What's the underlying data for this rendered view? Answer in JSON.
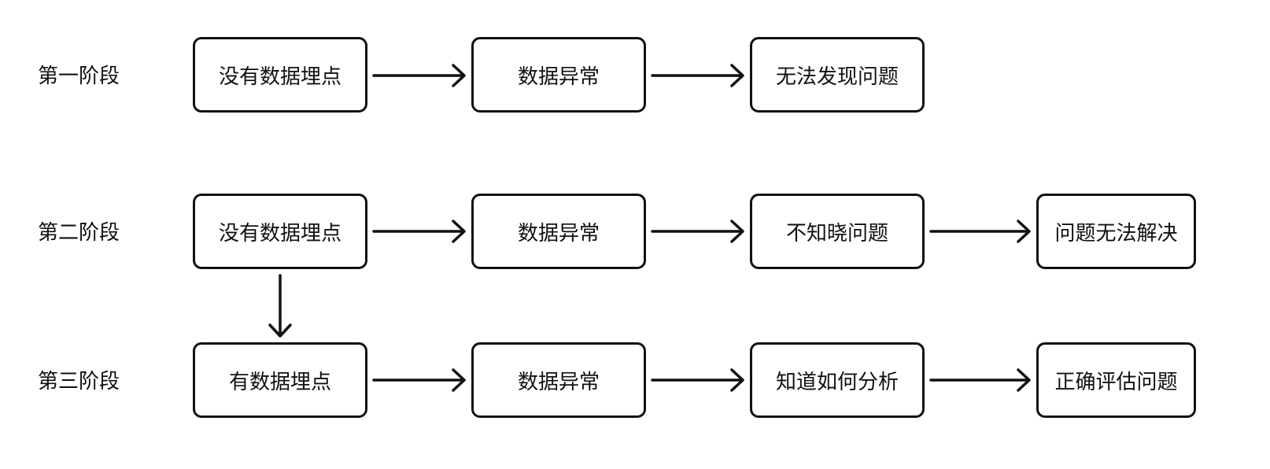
{
  "stages": [
    {
      "label": "第一阶段",
      "nodes": [
        "没有数据埋点",
        "数据异常",
        "无法发现问题"
      ]
    },
    {
      "label": "第二阶段",
      "nodes": [
        "没有数据埋点",
        "数据异常",
        "不知晓问题",
        "问题无法解决"
      ]
    },
    {
      "label": "第三阶段",
      "nodes": [
        "有数据埋点",
        "数据异常",
        "知道如何分析",
        "正确评估问题"
      ]
    }
  ]
}
